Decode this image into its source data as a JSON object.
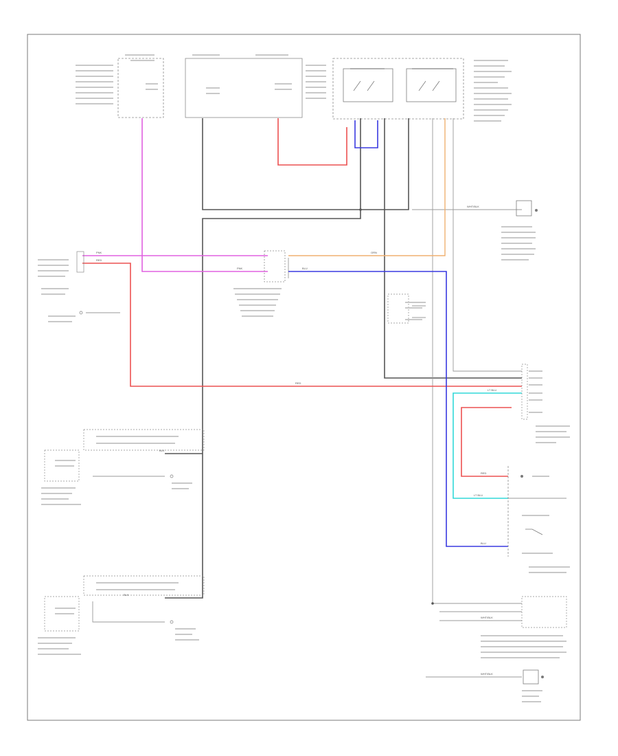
{
  "colors": {
    "pink": "#e060e0",
    "red": "#ec5050",
    "blue": "#3838e0",
    "cyan": "#30d8d8",
    "orange": "#f0b070",
    "black": "#555555",
    "gray": "#999999"
  },
  "wire_tags": {
    "pink_top": "PNK",
    "pink_mid": "PNK",
    "red_mid": "RED",
    "red_low": "RED",
    "blue_mid": "BLU",
    "orange_mid": "ORN",
    "cyan_right": "LT BLU",
    "red_right": "RED",
    "cyan_low": "LT BLU",
    "blue_low": "BLU",
    "gray_right": "WHT/BLK",
    "blk_left1": "BLK",
    "blk_left2": "BLK",
    "right_conn1": "WHT/BLK",
    "right_conn2": "WHT/BLK"
  },
  "footer": {
    "code": ""
  }
}
